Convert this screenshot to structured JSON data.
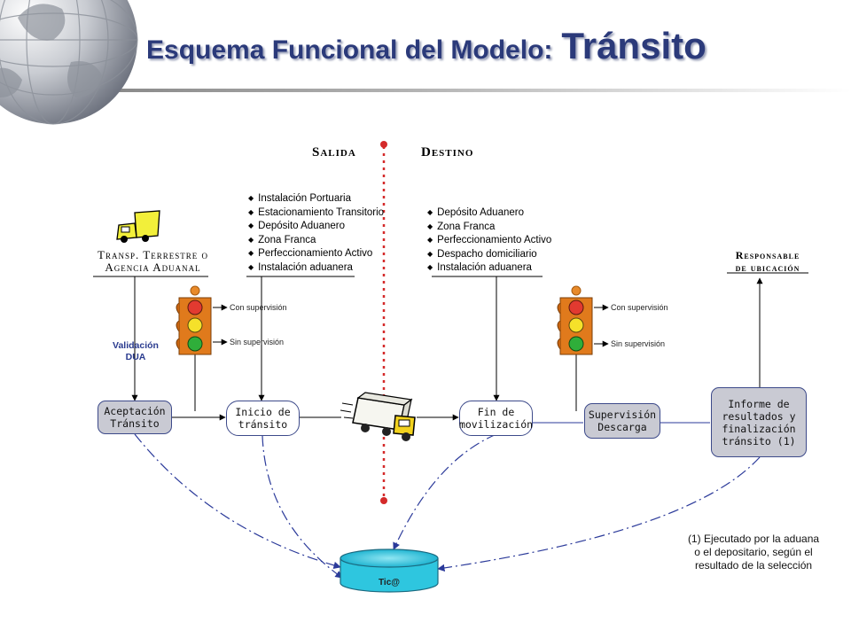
{
  "title": {
    "main": "Esquema Funcional del Modelo:",
    "emphasis": "Tránsito"
  },
  "headers": {
    "left": "Salida",
    "right": "Destino"
  },
  "agent": {
    "line1": "Transp. Terrestre o",
    "line2": "Agencia Aduanal"
  },
  "responsable": {
    "line1": "Responsable",
    "line2": "de ubicación"
  },
  "validation": {
    "line1": "Validación",
    "line2": "DUA"
  },
  "salida_list": [
    "Instalación Portuaria",
    "Estacionamiento Transitorio",
    "Depósito Aduanero",
    "Zona Franca",
    "Perfeccionamiento Activo",
    "Instalación aduanera"
  ],
  "destino_list": [
    "Depósito Aduanero",
    "Zona Franca",
    "Perfeccionamiento Activo",
    "Despacho domiciliario",
    "Instalación aduanera"
  ],
  "semaforo": {
    "con": "Con supervisión",
    "sin": "Sin supervisión"
  },
  "boxes": {
    "aceptacion": {
      "l1": "Aceptación",
      "l2": "Tránsito"
    },
    "inicio": {
      "l1": "Inicio de",
      "l2": "tránsito"
    },
    "fin": {
      "l1": "Fin de",
      "l2": "movilización"
    },
    "supervision": {
      "l1": "Supervisión",
      "l2": "Descarga"
    },
    "informe": {
      "l1": "Informe de",
      "l2": "resultados y",
      "l3": "finalización",
      "l4": "tránsito (1)"
    }
  },
  "database": "Tic@",
  "footnote": {
    "l1": "(1) Ejecutado por la aduana",
    "l2": "o el depositario, según el",
    "l3": "resultado de la selección"
  },
  "colors": {
    "title": "#2b3a7a",
    "border": "#3d4a8a",
    "box_fill": "#c9cad3",
    "db_fill": "#2ec6df",
    "divider": "#d42a2a"
  }
}
